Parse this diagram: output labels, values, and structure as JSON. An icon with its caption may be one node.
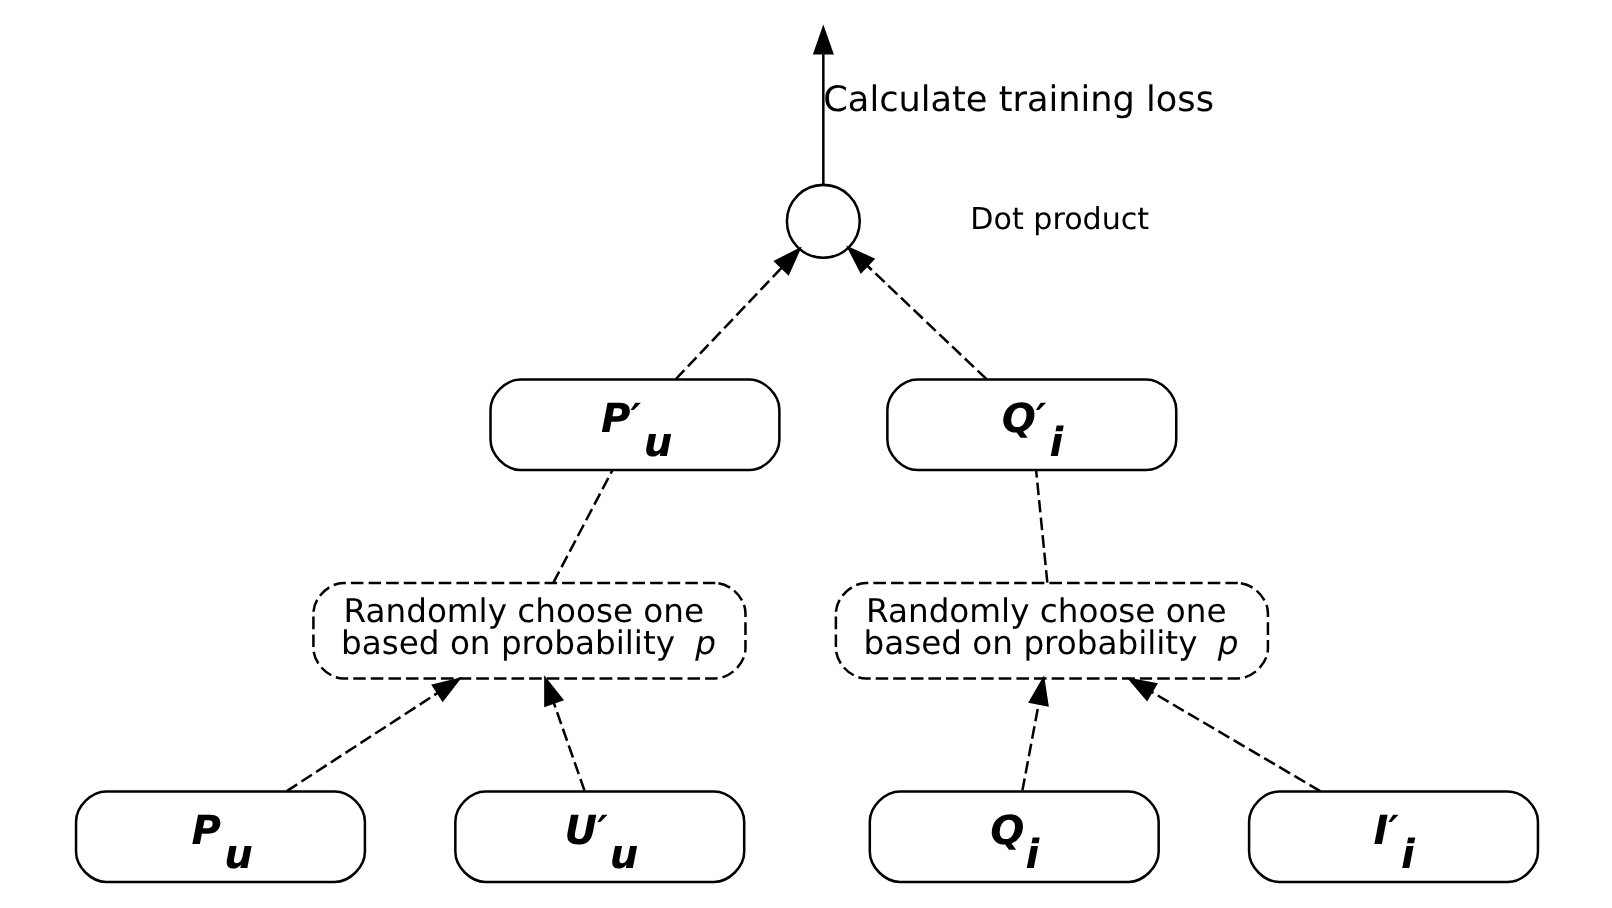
{
  "diagram": {
    "nodes": [
      {
        "text": [],
        "shape": "circle",
        "beside": [
          "Dot product"
        ]
      },
      {
        "text": [
          "P′$_{u}$"
        ]
      },
      {
        "text": [
          "Q′$_{i}$"
        ]
      },
      {
        "text": [
          "Randomly choose one based on probability *p*"
        ]
      },
      {
        "text": [
          "Randomly choose one based on probability *p*"
        ]
      },
      {
        "text": [
          "P$_{u}$"
        ]
      },
      {
        "text": [
          "U′$_{u}$"
        ]
      },
      {
        "text": [
          "Q$_{i}$"
        ]
      },
      {
        "text": [
          "I′$_{i}$"
        ]
      }
    ],
    "edges": [
      {
        "from": 0,
        "to": null,
        "arrow": "to",
        "label": "Calculate training loss"
      },
      {
        "from": 1,
        "to": 0,
        "arrow": "to",
        "style": "dashed"
      },
      {
        "from": 2,
        "to": 0,
        "arrow": "to",
        "style": "dashed"
      },
      {
        "from": 3,
        "to": 1,
        "arrow": "none",
        "style": "dashed"
      },
      {
        "from": 4,
        "to": 2,
        "arrow": "none",
        "style": "dashed"
      },
      {
        "from": 5,
        "to": 3,
        "arrow": "to",
        "style": "dashed"
      },
      {
        "from": 6,
        "to": 3,
        "arrow": "to",
        "style": "dashed"
      },
      {
        "from": 7,
        "to": 4,
        "arrow": "to",
        "style": "dashed"
      },
      {
        "from": 8,
        "to": 4,
        "arrow": "to",
        "style": "dashed"
      }
    ]
  }
}
